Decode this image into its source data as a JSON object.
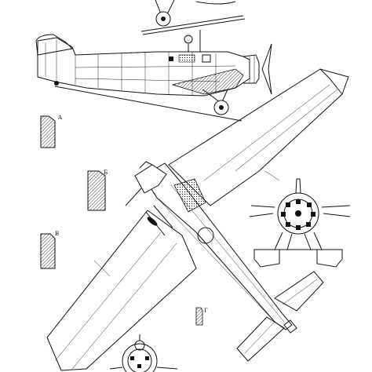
{
  "drawing": {
    "section_labels": [
      "A",
      "Б",
      "В",
      "Г"
    ]
  },
  "colors": {
    "ink": "#111111",
    "paper": "#ffffff"
  }
}
